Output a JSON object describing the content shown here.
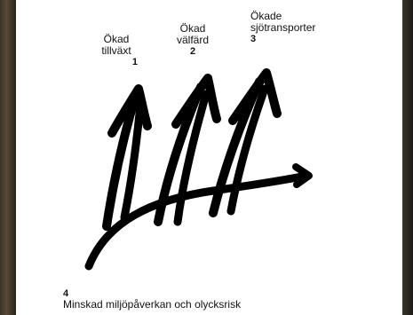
{
  "diagram": {
    "labels": [
      {
        "text": "Ökad\ntillväxt",
        "number": "1"
      },
      {
        "text": "Ökad\nvälfärd",
        "number": "2"
      },
      {
        "text": "Ökade\nsjötransporter",
        "number": "3"
      },
      {
        "text": "Minskad miljöpåverkan och olycksrisk",
        "number": "4"
      }
    ],
    "stroke_color": "#000000",
    "background_color": "#ffffff"
  }
}
